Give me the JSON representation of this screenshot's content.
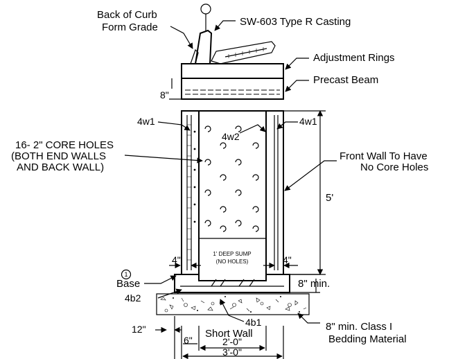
{
  "title": "",
  "labels": {
    "back_of_curb": "Back of Curb",
    "form_grade": "Form Grade",
    "casting": "SW-603 Type R Casting",
    "adjustment_rings": "Adjustment Rings",
    "precast_beam": "Precast Beam",
    "dim_8in_beam": "8\"",
    "bar_4w1_left": "4w1",
    "bar_4w1_right": "4w1",
    "bar_4w2": "4w2",
    "core_holes_1": "16- 2\" CORE HOLES",
    "core_holes_2": "(BOTH END WALLS",
    "core_holes_3": "AND BACK WALL)",
    "front_wall_1": "Front Wall To Have",
    "front_wall_2": "No Core Holes",
    "dim_5ft": "5'",
    "sump_1": "1' DEEP SUMP",
    "sump_2": "(NO HOLES)",
    "dim_4in_left": "4\"",
    "dim_4in_right": "4\"",
    "base_marker": "1",
    "base": "Base",
    "dim_8in_min": "8\" min.",
    "bar_4b2": "4b2",
    "bar_4b1": "4b1",
    "dim_12in": "12\"",
    "short_wall": "Short Wall",
    "bedding_1": "8\" min. Class I",
    "bedding_2": "Bedding Material",
    "dim_6in": "6\"",
    "dim_2ft": "2'-0\"",
    "dim_3ft": "3'-0\""
  }
}
